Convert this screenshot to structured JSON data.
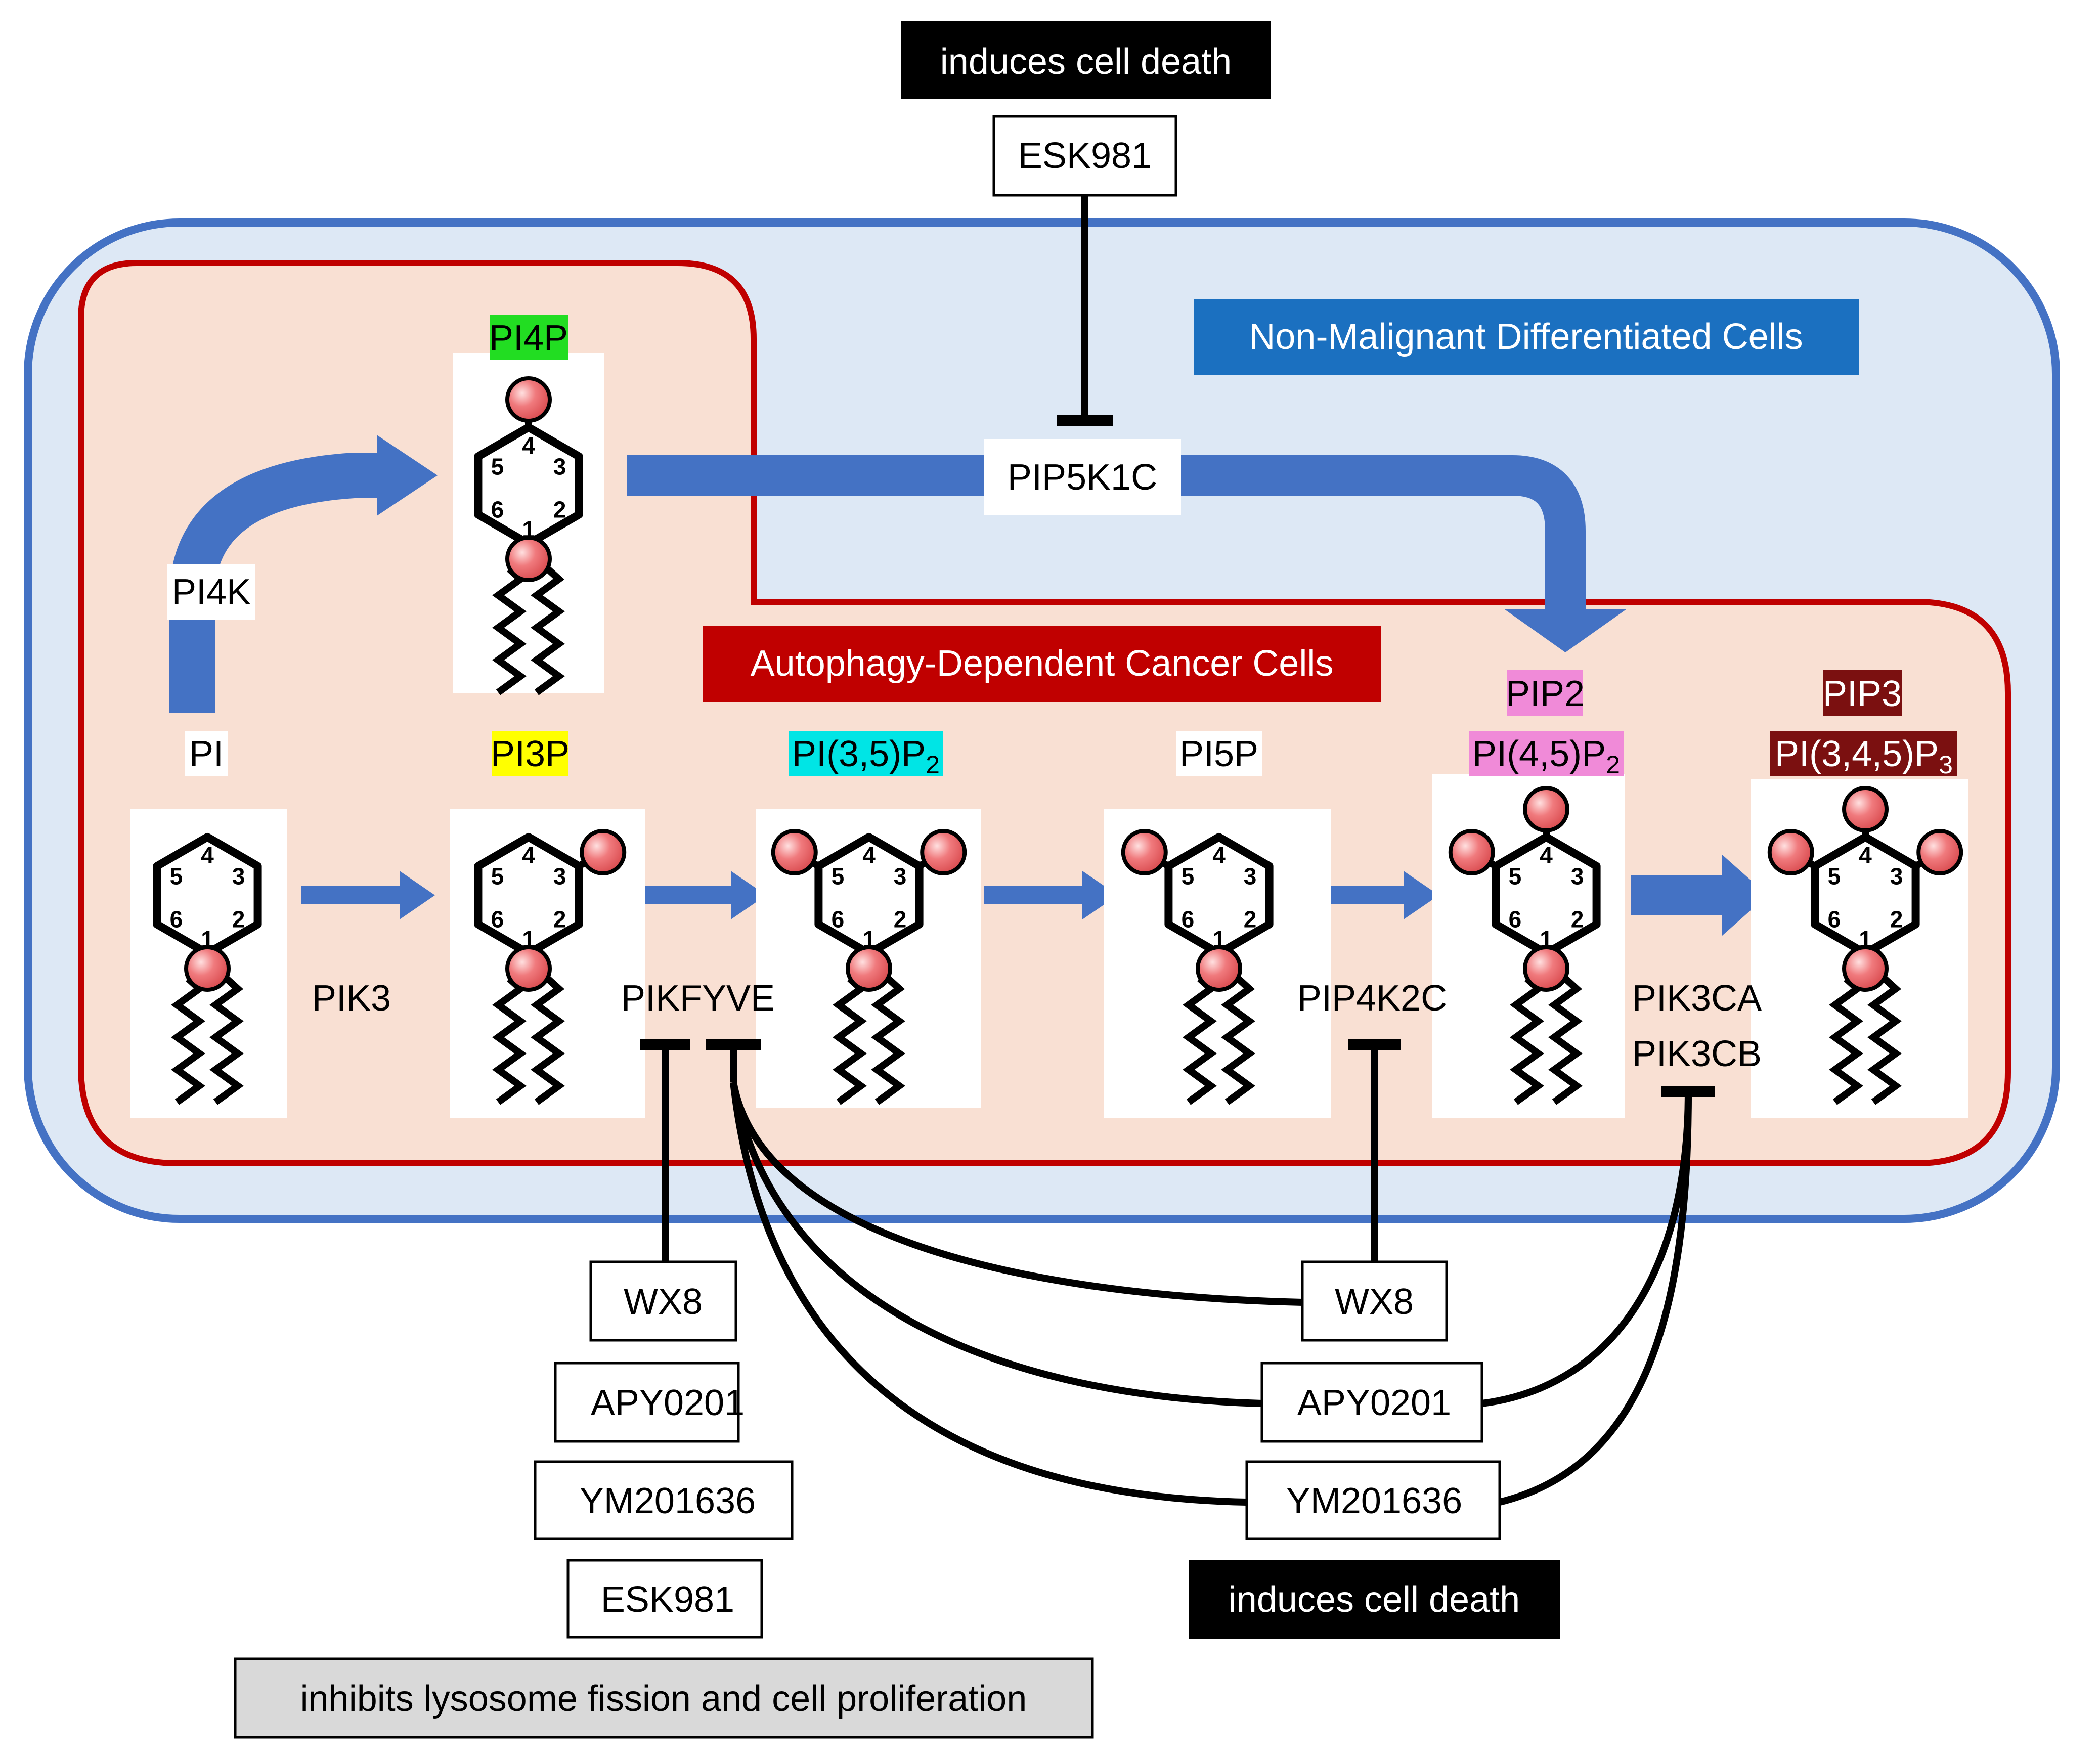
{
  "title_top_effect": "induces cell death",
  "top_drug": "ESK981",
  "non_malignant_label": "Non-Malignant Differentiated Cells",
  "cancer_label": "Autophagy-Dependent Cancer Cells",
  "enzymes": {
    "pi4k": "PI4K",
    "pip5k1c": "PIP5K1C",
    "pik3": "PIK3",
    "pikfyve": "PIKFYVE",
    "pip4k2c": "PIP4K2C",
    "pik3ca": "PIK3CA",
    "pik3cb": "PIK3CB"
  },
  "lipids": {
    "pi4p": "PI4P",
    "pi": "PI",
    "pi3p": "PI3P",
    "pi35p2": "PI(3,5)P",
    "pi35p2_sub": "2",
    "pi5p": "PI5P",
    "pip2": "PIP2",
    "pi45p2": "PI(4,5)P",
    "pi45p2_sub": "2",
    "pip3": "PIP3",
    "pi345p3": "PI(3,4,5)P",
    "pi345p3_sub": "3"
  },
  "ring_numbers": [
    "4",
    "3",
    "2",
    "1",
    "6",
    "5"
  ],
  "left_drugs": [
    "WX8",
    "APY0201",
    "YM201636",
    "ESK981"
  ],
  "left_effect": "inhibits lysosome fission and cell proliferation",
  "right_drugs": [
    "WX8",
    "APY0201",
    "YM201636"
  ],
  "right_effect": "induces cell death",
  "colors": {
    "outer_blue": "#4472c4",
    "outer_fill": "#dde8f5",
    "inner_red": "#c00000",
    "inner_fill": "#f9e0d3",
    "arrow_blue": "#4472c4",
    "pi4p_bg": "#22dd22",
    "pi3p_bg": "#ffff00",
    "pi35p2_bg": "#00e5e5",
    "pip2_bg": "#f08ad8",
    "pip3_bg": "#7b1010",
    "head_ball": "#e8676a",
    "label_non_malignant_bg": "#1b70c0",
    "label_cancer_bg": "#c00000",
    "left_effect_bg": "#d9d9d9"
  }
}
